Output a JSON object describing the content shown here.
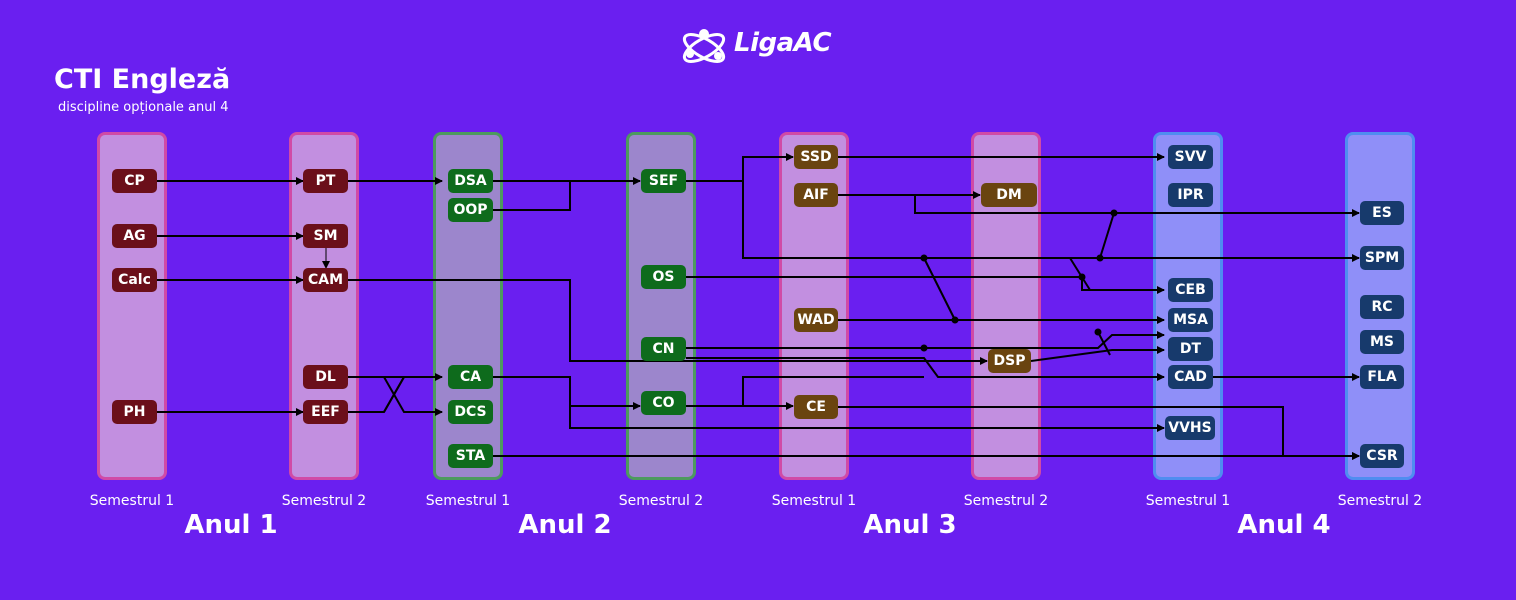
{
  "header": {
    "logo_text": "LigaAC",
    "title": "CTI Engleză",
    "subtitle": "discipline opționale anul 4"
  },
  "semesters": [
    "Semestrul 1",
    "Semestrul 2",
    "Semestrul 1",
    "Semestrul 2",
    "Semestrul 1",
    "Semestrul 2",
    "Semestrul 1",
    "Semestrul 2"
  ],
  "years": [
    "Anul 1",
    "Anul 2",
    "Anul 3",
    "Anul 4"
  ],
  "courses": {
    "CP": "CP",
    "AG": "AG",
    "Calc": "Calc",
    "PH": "PH",
    "PT": "PT",
    "SM": "SM",
    "CAM": "CAM",
    "DL": "DL",
    "EEF": "EEF",
    "DSA": "DSA",
    "OOP": "OOP",
    "CA": "CA",
    "DCS": "DCS",
    "STA": "STA",
    "SEF": "SEF",
    "OS": "OS",
    "CN": "CN",
    "CO": "CO",
    "SSD": "SSD",
    "AIF": "AIF",
    "WAD": "WAD",
    "CE": "CE",
    "DM": "DM",
    "DSP": "DSP",
    "SVV": "SVV",
    "IPR": "IPR",
    "CEB": "CEB",
    "MSA": "MSA",
    "DT": "DT",
    "CAD": "CAD",
    "VVHS": "VVHS",
    "ES": "ES",
    "SPM": "SPM",
    "RC": "RC",
    "MS": "MS",
    "FLA": "FLA",
    "CSR": "CSR"
  },
  "colors": {
    "background": "#6a1ff0",
    "year1_course": "#6b0f1a",
    "year2_course": "#0e6b1c",
    "year3_course": "#6a4410",
    "year4_course": "#173a6c"
  }
}
